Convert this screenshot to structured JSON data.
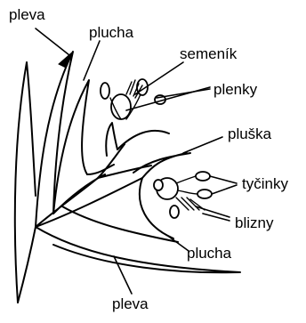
{
  "diagram": {
    "labels": {
      "pleva_top": "pleva",
      "plucha_top": "plucha",
      "semenik": "semeník",
      "plenky": "plenky",
      "pluska": "pluška",
      "tycinky": "tyčinky",
      "blizny": "blizny",
      "plucha_bottom": "plucha",
      "pleva_bottom": "pleva"
    }
  }
}
